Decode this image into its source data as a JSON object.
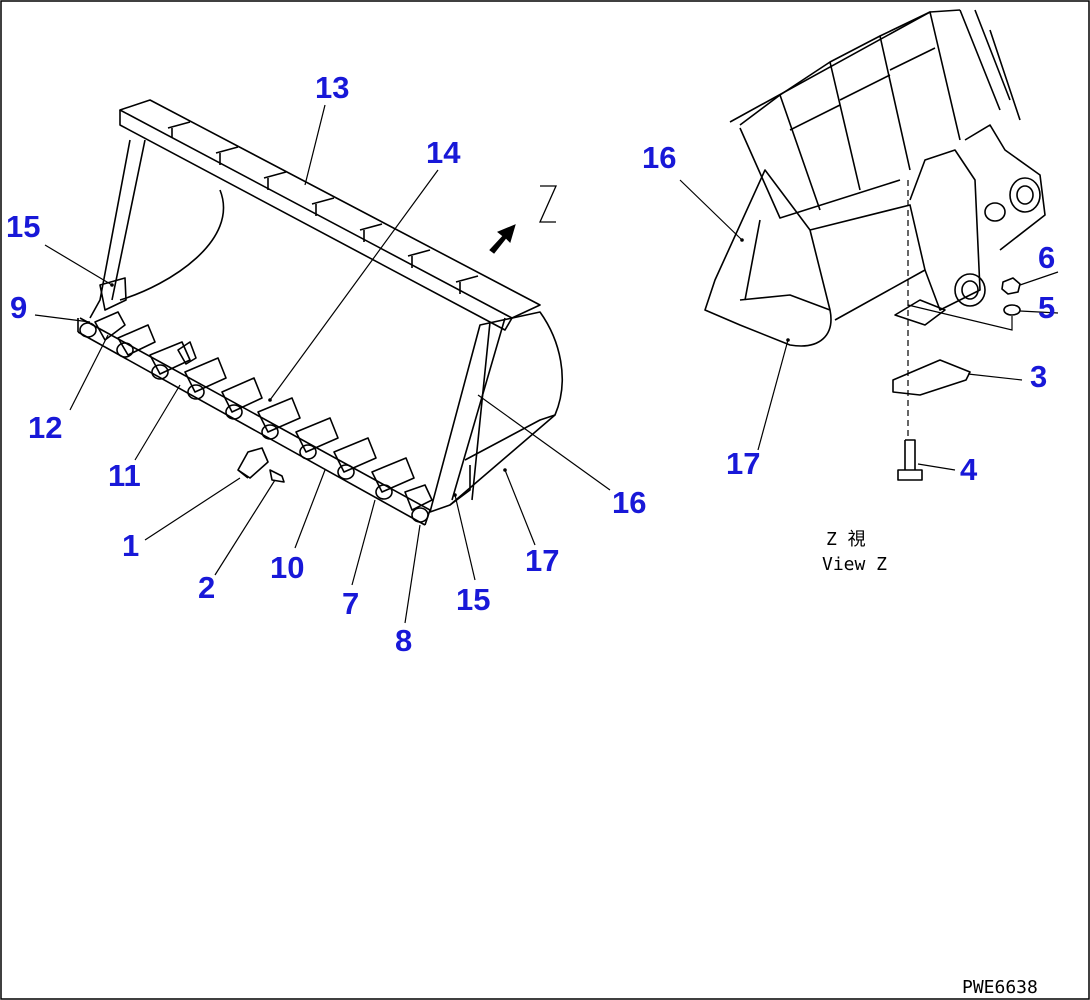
{
  "colors": {
    "callout": "#1818d8",
    "line": "#000000",
    "background": "#ffffff"
  },
  "callouts": {
    "c1": "1",
    "c2": "2",
    "c3": "3",
    "c4": "4",
    "c5": "5",
    "c6": "6",
    "c7": "7",
    "c8": "8",
    "c9": "9",
    "c10": "10",
    "c11": "11",
    "c12": "12",
    "c13": "13",
    "c14": "14",
    "c15a": "15",
    "c15b": "15",
    "c16a": "16",
    "c16b": "16",
    "c17a": "17",
    "c17b": "17"
  },
  "view_marker": "Z",
  "view_caption": {
    "japanese": "Z 視",
    "english": "View Z"
  },
  "drawing_number": "PWE6638"
}
